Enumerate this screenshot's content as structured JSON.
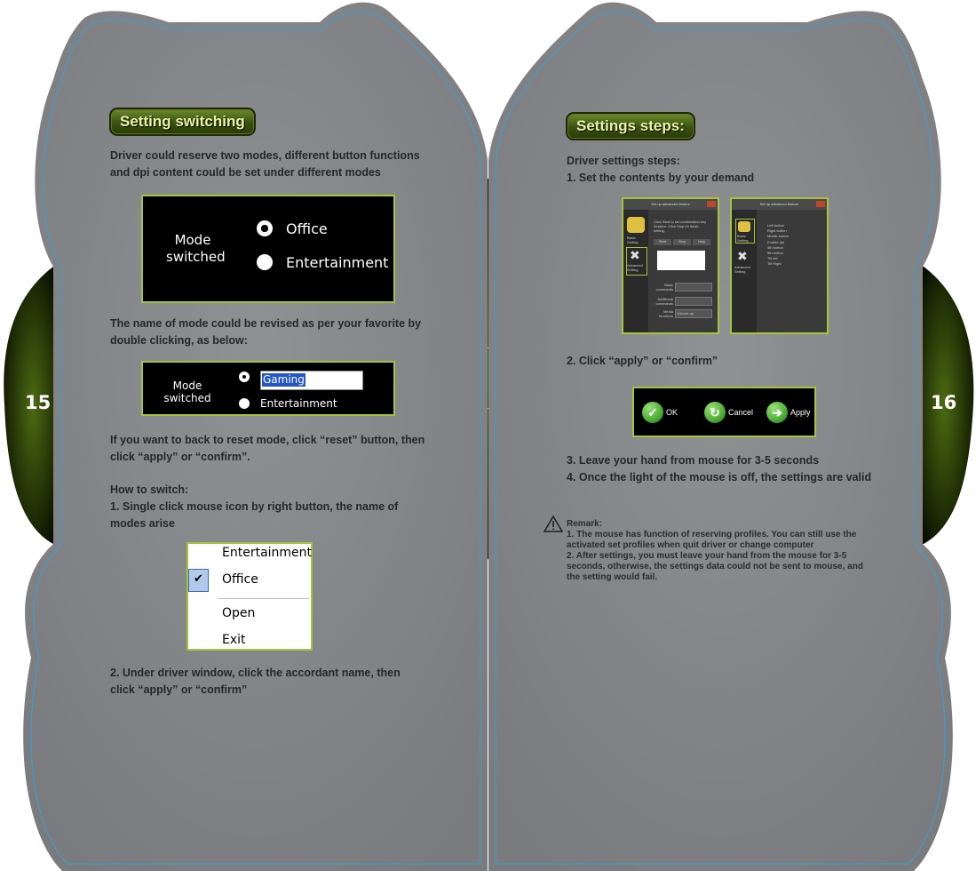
{
  "left_page": {
    "page_number": "15",
    "heading": "Setting switching",
    "intro": [
      "Driver could reserve two modes, different button functions",
      "and dpi content could be set under different modes"
    ],
    "mode_box1": {
      "label_line1": "Mode",
      "label_line2": "switched",
      "option1": "Office",
      "option2": "Entertainment"
    },
    "rename_text": [
      "The name of mode could be revised as per your favorite by",
      "double clicking, as below:"
    ],
    "mode_box2": {
      "label_line1": "Mode",
      "label_line2": "switched",
      "edit_value": "Gaming",
      "option2": "Entertainment"
    },
    "reset_text": [
      "If you want to back to reset mode, click “reset” button, then",
      "click “apply” or “confirm”."
    ],
    "how_to_switch": "How to switch:",
    "step1": [
      "1. Single click mouse icon by right button, the name of",
      "modes arise"
    ],
    "context_menu": {
      "items": [
        "Entertainment",
        "Office",
        "Open",
        "Exit"
      ],
      "checked": "Office",
      "check_icon": "check-mark-icon"
    },
    "step2": [
      "2. Under driver window, click the accordant name, then",
      "click “apply” or “confirm”"
    ]
  },
  "right_page": {
    "page_number": "16",
    "heading": "Settings steps:",
    "steps_intro": [
      "Driver settings steps:",
      "1. Set the contents by your demand"
    ],
    "shot1": {
      "title": "Set up advanced feature",
      "desc": [
        "Click Start to set combination key",
        "function. Click Stop for finish",
        "setting."
      ],
      "buttons": [
        "Start",
        "Stop",
        "Help"
      ],
      "fields": [
        {
          "l1": "Basic",
          "l2": "commands",
          "value": ""
        },
        {
          "l1": "Additional",
          "l2": "commands",
          "value": ""
        },
        {
          "l1": "Media",
          "l2": "functions",
          "value": "Volume up"
        }
      ],
      "side_items": [
        {
          "l1": "Basic",
          "l2": "Setting"
        },
        {
          "l1": "Advanced",
          "l2": "Setting"
        }
      ]
    },
    "shot2": {
      "title": "Set up advanced feature",
      "list": [
        "Left button",
        "Right button",
        "Middle button",
        "Enable dpi",
        "4th button",
        "5th button",
        "Tilt left",
        "Tilt Right"
      ],
      "side_items": [
        {
          "l1": "Basic",
          "l2": "Setting"
        },
        {
          "l1": "Advanced",
          "l2": "Setting"
        }
      ]
    },
    "step2": "2. Click “apply” or “confirm”",
    "buttons": [
      {
        "label": "OK",
        "icon": "check-icon",
        "color": "#4cae35",
        "glyph": "✓"
      },
      {
        "label": "Cancel",
        "icon": "refresh-icon",
        "color": "#4cae35",
        "glyph": "↻"
      },
      {
        "label": "Apply",
        "icon": "arrow-right-icon",
        "color": "#4cae35",
        "glyph": "➔"
      }
    ],
    "step3": "3. Leave your hand from mouse for 3-5 seconds",
    "step4": "4. Once the light of the mouse is off, the settings are valid",
    "remark_icon": "warning-icon",
    "remark": [
      "Remark:",
      "1. The mouse has function of reserving profiles. You can still use the",
      "activated set profiles when quit driver or change computer",
      "2. After settings, you must leave your hand from the mouse for 3-5",
      "seconds, otherwise, the settings data could not be sent to mouse, and",
      "the setting would fail."
    ]
  },
  "colors": {
    "page_gray": "#8a8b8e",
    "accent_green": "#a7c33c",
    "dark_green": "#1e2a06",
    "outline_blue": "#3aa0d0"
  }
}
